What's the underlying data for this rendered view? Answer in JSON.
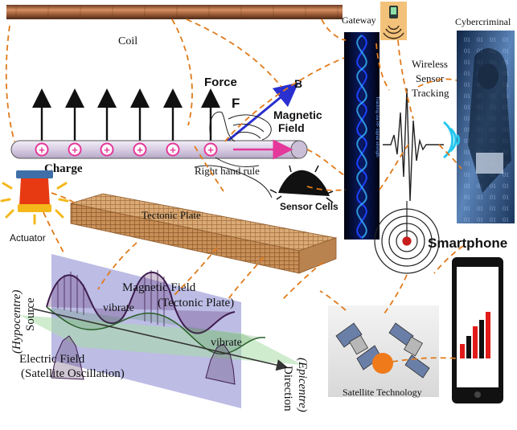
{
  "labels": {
    "coil": "Coil",
    "gateway": "Gateway",
    "cybercriminal": "Cybercriminal",
    "force": "Force",
    "force_symbol": "F",
    "b_symbol": "B",
    "magnetic_field_line1": "Magnetic",
    "magnetic_field_line2": "Field",
    "charge": "Charge",
    "right_hand_rule": "Right hand rule",
    "sensor_cells": "Sensor Cells",
    "wireless_line1": "Wireless",
    "wireless_line2": "Sensor",
    "wireless_line3": "Tracking",
    "actuator": "Actuator",
    "tectonic_plate": "Tectonic Plate",
    "smartphone": "Smartphone",
    "source_line1": "(Hypocentre)",
    "source_line2": "Source",
    "magnetic_field_tp_line1": "Magnetic Field",
    "magnetic_field_tp_line2": "(Tectonic Plate)",
    "vibrate_top": "vibrate",
    "vibrate_right": "vibrate",
    "electric_field_line1": "Electric Field",
    "electric_field_line2": "(Satellite Oscillation)",
    "direction_line1": "(Epicentre)",
    "direction_line2": "Direction",
    "satellite_technology": "Satellite Technology",
    "gateway_vertical_text": "Tracking via RF signal strength"
  },
  "charge_symbol": "+",
  "colors": {
    "dashed_link": "#e07b1c",
    "force_arrow": "#111111",
    "b_vector": "#2a2fd0",
    "rod_fill": "#dcd2e6",
    "charge_ring": "#e4389a",
    "plate": "#d6a772",
    "plane_purple": "#a6a5dc",
    "plane_green": "#a8dda6",
    "wave_dark": "#5d2e6e",
    "coil_copper": "#a8653f",
    "helix_blue": "#1d43ff",
    "cyber_blue": "#3c6fb0",
    "satellite_orange": "#ef7a19",
    "red_bar": "#e21a1a"
  }
}
